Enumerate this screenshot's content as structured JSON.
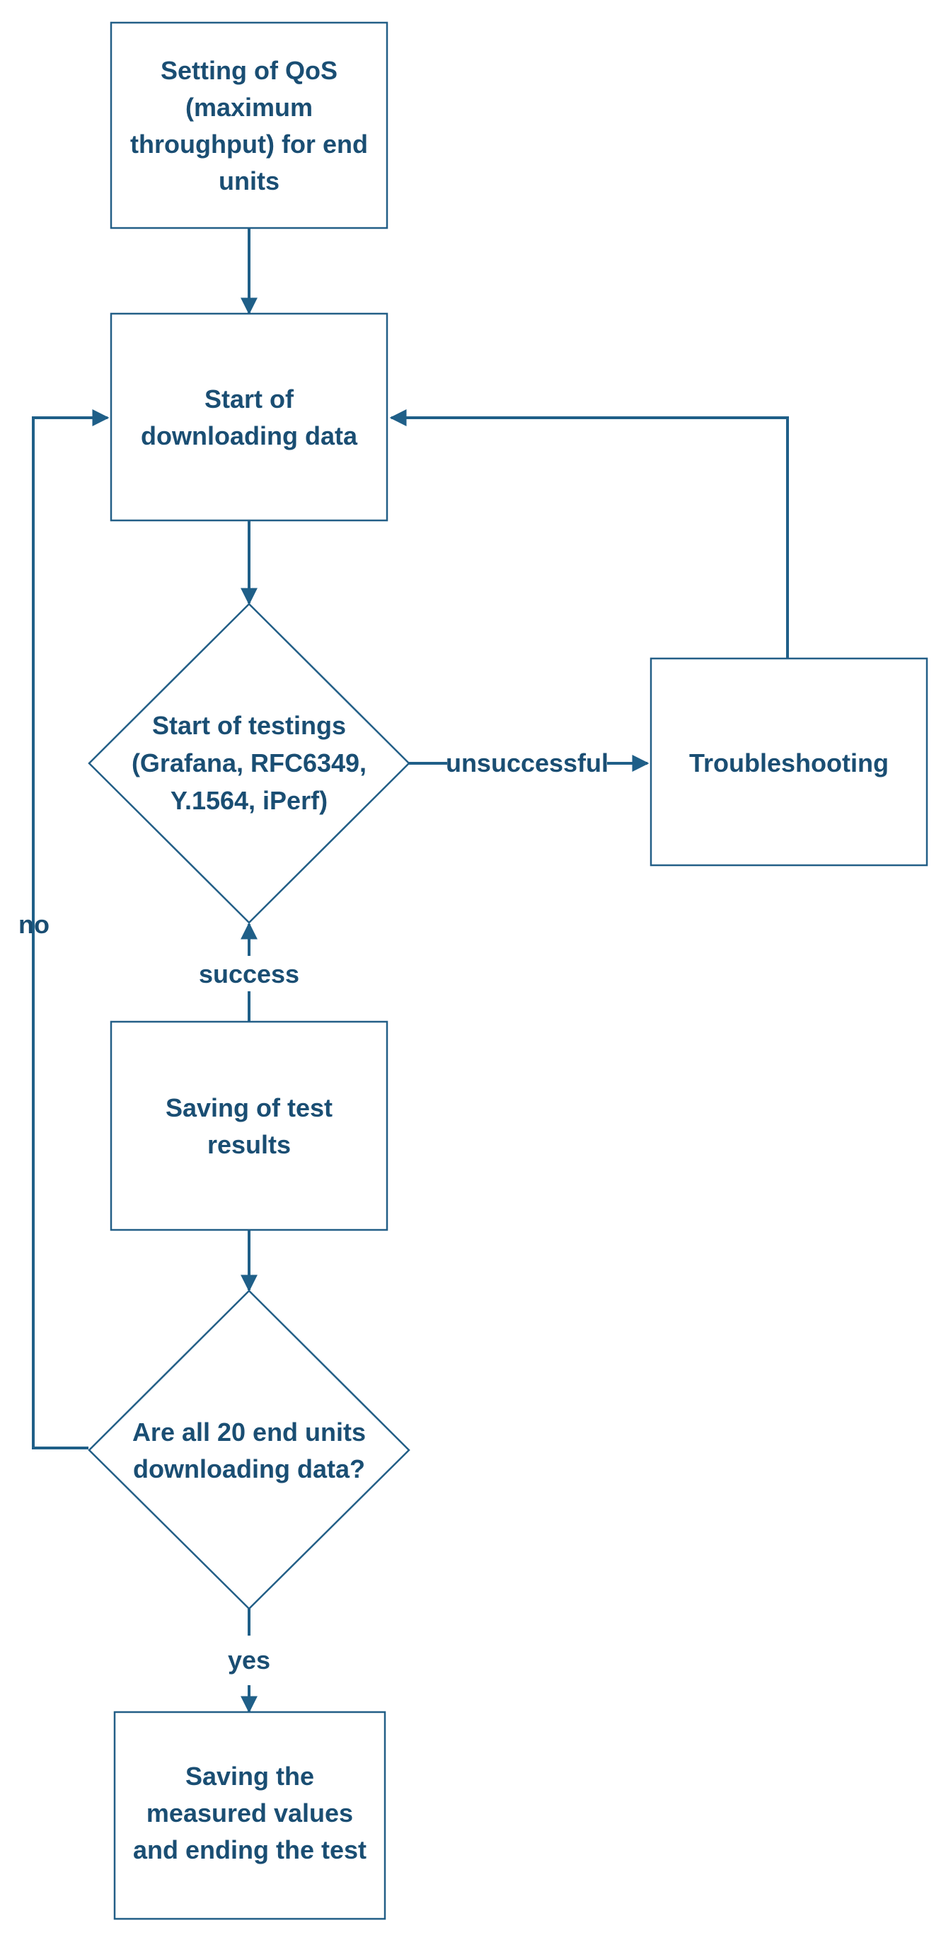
{
  "diagram": {
    "colors": {
      "text": "#1a4e73",
      "line": "#1f5f88",
      "node_fill": "#ffffff",
      "node_stroke": "#235f87"
    },
    "nodes": {
      "qos_setting": [
        "Setting of QoS",
        "(maximum",
        "throughput) for end",
        "units"
      ],
      "start_download": [
        "Start of",
        "downloading data"
      ],
      "start_testing": [
        "Start of testings",
        "(Grafana, RFC6349,",
        "Y.1564, iPerf)"
      ],
      "troubleshooting": [
        "Troubleshooting"
      ],
      "save_results": [
        "Saving of test",
        "results"
      ],
      "all_units_check": [
        "Are all 20 end units",
        "downloading data?"
      ],
      "save_measured": [
        "Saving the",
        "measured values",
        "and ending the test"
      ]
    },
    "edge_labels": {
      "unsuccessful": "unsuccessful",
      "success": "success",
      "no": "no",
      "yes": "yes"
    }
  }
}
